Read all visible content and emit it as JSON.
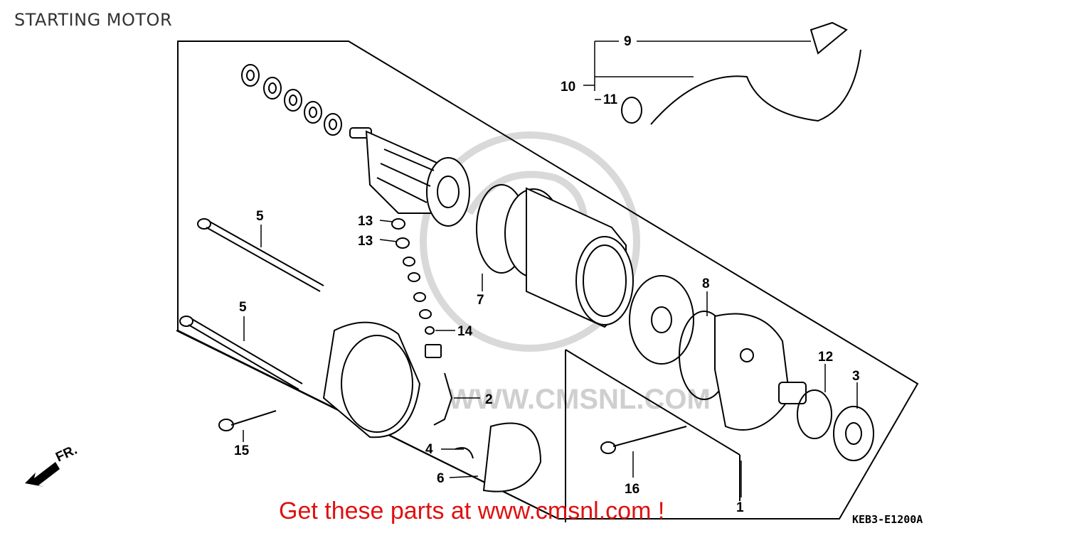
{
  "header": {
    "title": "STARTING MOTOR"
  },
  "watermark": {
    "url": "WWW.CMSNL.COM"
  },
  "footer": {
    "link_text": "Get these parts at www.cmsnl.com !",
    "diagram_code": "KEB3-E1200A",
    "link_color": "#e01010"
  },
  "orientation": {
    "label": "FR."
  },
  "callouts": {
    "p1": "1",
    "p2": "2",
    "p3": "3",
    "p4": "4",
    "p5a": "5",
    "p5b": "5",
    "p6": "6",
    "p7": "7",
    "p8": "8",
    "p9": "9",
    "p10": "10",
    "p11": "11",
    "p12": "12",
    "p13a": "13",
    "p13b": "13",
    "p14": "14",
    "p15": "15",
    "p16": "16"
  }
}
